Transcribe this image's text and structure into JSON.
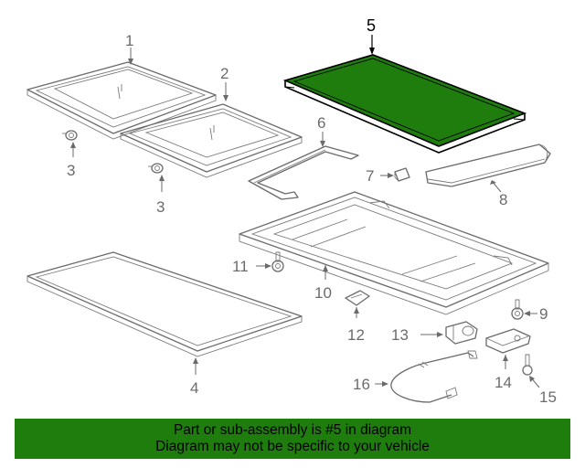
{
  "highlight_color": "#1e7d0d",
  "callouts": {
    "c1": "1",
    "c2": "2",
    "c3a": "3",
    "c3b": "3",
    "c4": "4",
    "c5": "5",
    "c6": "6",
    "c7": "7",
    "c8": "8",
    "c9": "9",
    "c10": "10",
    "c11": "11",
    "c12": "12",
    "c13": "13",
    "c14": "14",
    "c15": "15",
    "c16": "16"
  },
  "footer": {
    "line1": "Part or sub-assembly is #5 in diagram",
    "line2": "Diagram may not be specific to your vehicle"
  }
}
